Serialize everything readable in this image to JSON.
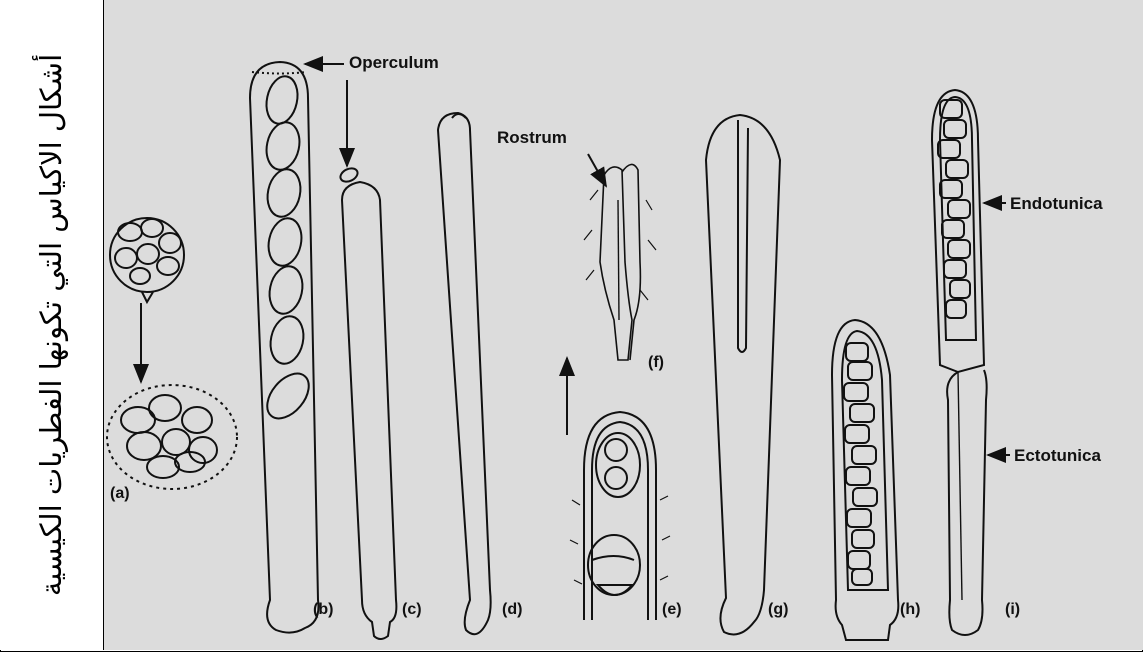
{
  "side_title": "أشكال الاكياس التي تكونها الفطريات الكيسية",
  "labels": {
    "operculum": "Operculum",
    "rostrum": "Rostrum",
    "endotunica": "Endotunica",
    "ectotunica": "Ectotunica"
  },
  "panels": [
    "(a)",
    "(b)",
    "(c)",
    "(d)",
    "(e)",
    "(f)",
    "(g)",
    "(h)",
    "(i)"
  ],
  "colors": {
    "background": "#dcdcdc",
    "ink": "#111111",
    "border": "#000000"
  }
}
